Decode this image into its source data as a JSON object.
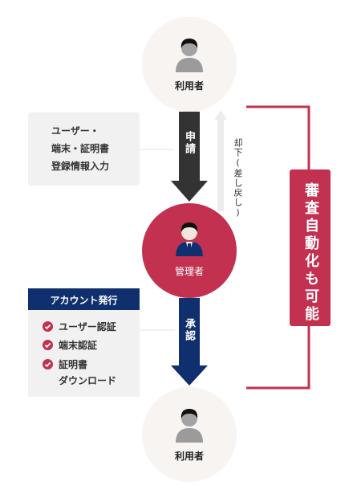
{
  "colors": {
    "accent": "#c2314f",
    "navy": "#0f2f6e",
    "dark_arrow": "#333333",
    "circle_bg": "#f8f4f2",
    "box_bg": "#f1f1f1"
  },
  "top_user": {
    "label": "利用者",
    "icon": "user-icon"
  },
  "request_arrow": {
    "label": "申請"
  },
  "request_note": {
    "lines": [
      "ユーザー・",
      "端末・証明書",
      "登録情報入力"
    ]
  },
  "reject_arrow": {
    "label": "却下(差し戻し)"
  },
  "admin": {
    "label": "管理者",
    "icon": "admin-icon"
  },
  "automation_badge": {
    "label": "審査自動化も可能"
  },
  "issue_panel": {
    "title": "アカウント発行",
    "items": [
      {
        "label": "ユーザー認証"
      },
      {
        "label": "端末認証"
      },
      {
        "label": "証明書\nダウンロード"
      }
    ]
  },
  "approve_arrow": {
    "label": "承認"
  },
  "bottom_user": {
    "label": "利用者",
    "icon": "user-icon"
  }
}
